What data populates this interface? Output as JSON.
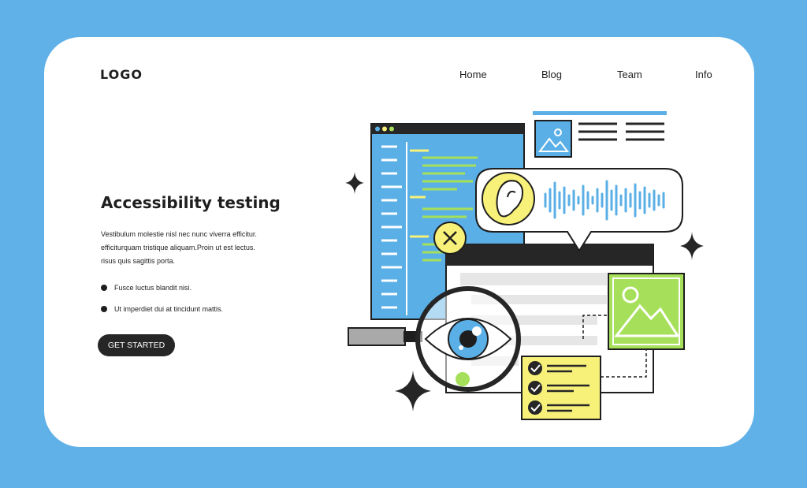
{
  "header": {
    "logo": "LOGO",
    "nav": [
      {
        "label": "Home"
      },
      {
        "label": "Blog"
      },
      {
        "label": "Team"
      },
      {
        "label": "Info"
      }
    ]
  },
  "hero": {
    "title": "Accessibility testing",
    "description": "Vestibulum molestie nisl nec nunc viverra efficitur. efficiturquam tristique aliquam.Proin ut est lectus. risus quis sagittis porta.",
    "bullets": [
      {
        "text": "Fusce luctus blandit nisi."
      },
      {
        "text": "Ut imperdiet dui at tincidunt mattis."
      }
    ],
    "cta_label": "GET STARTED"
  },
  "colors": {
    "background": "#5fb1e8",
    "card": "#ffffff",
    "dark": "#262626",
    "blue": "#5aafe6",
    "green": "#a6e05a",
    "yellow": "#f7f17a"
  },
  "illustration": {
    "icons": [
      "code-window",
      "image-thumbnail",
      "ear-icon",
      "sound-wave",
      "close-icon",
      "magnifier",
      "eye-icon",
      "image-icon",
      "checklist",
      "sparkle-icon"
    ]
  }
}
